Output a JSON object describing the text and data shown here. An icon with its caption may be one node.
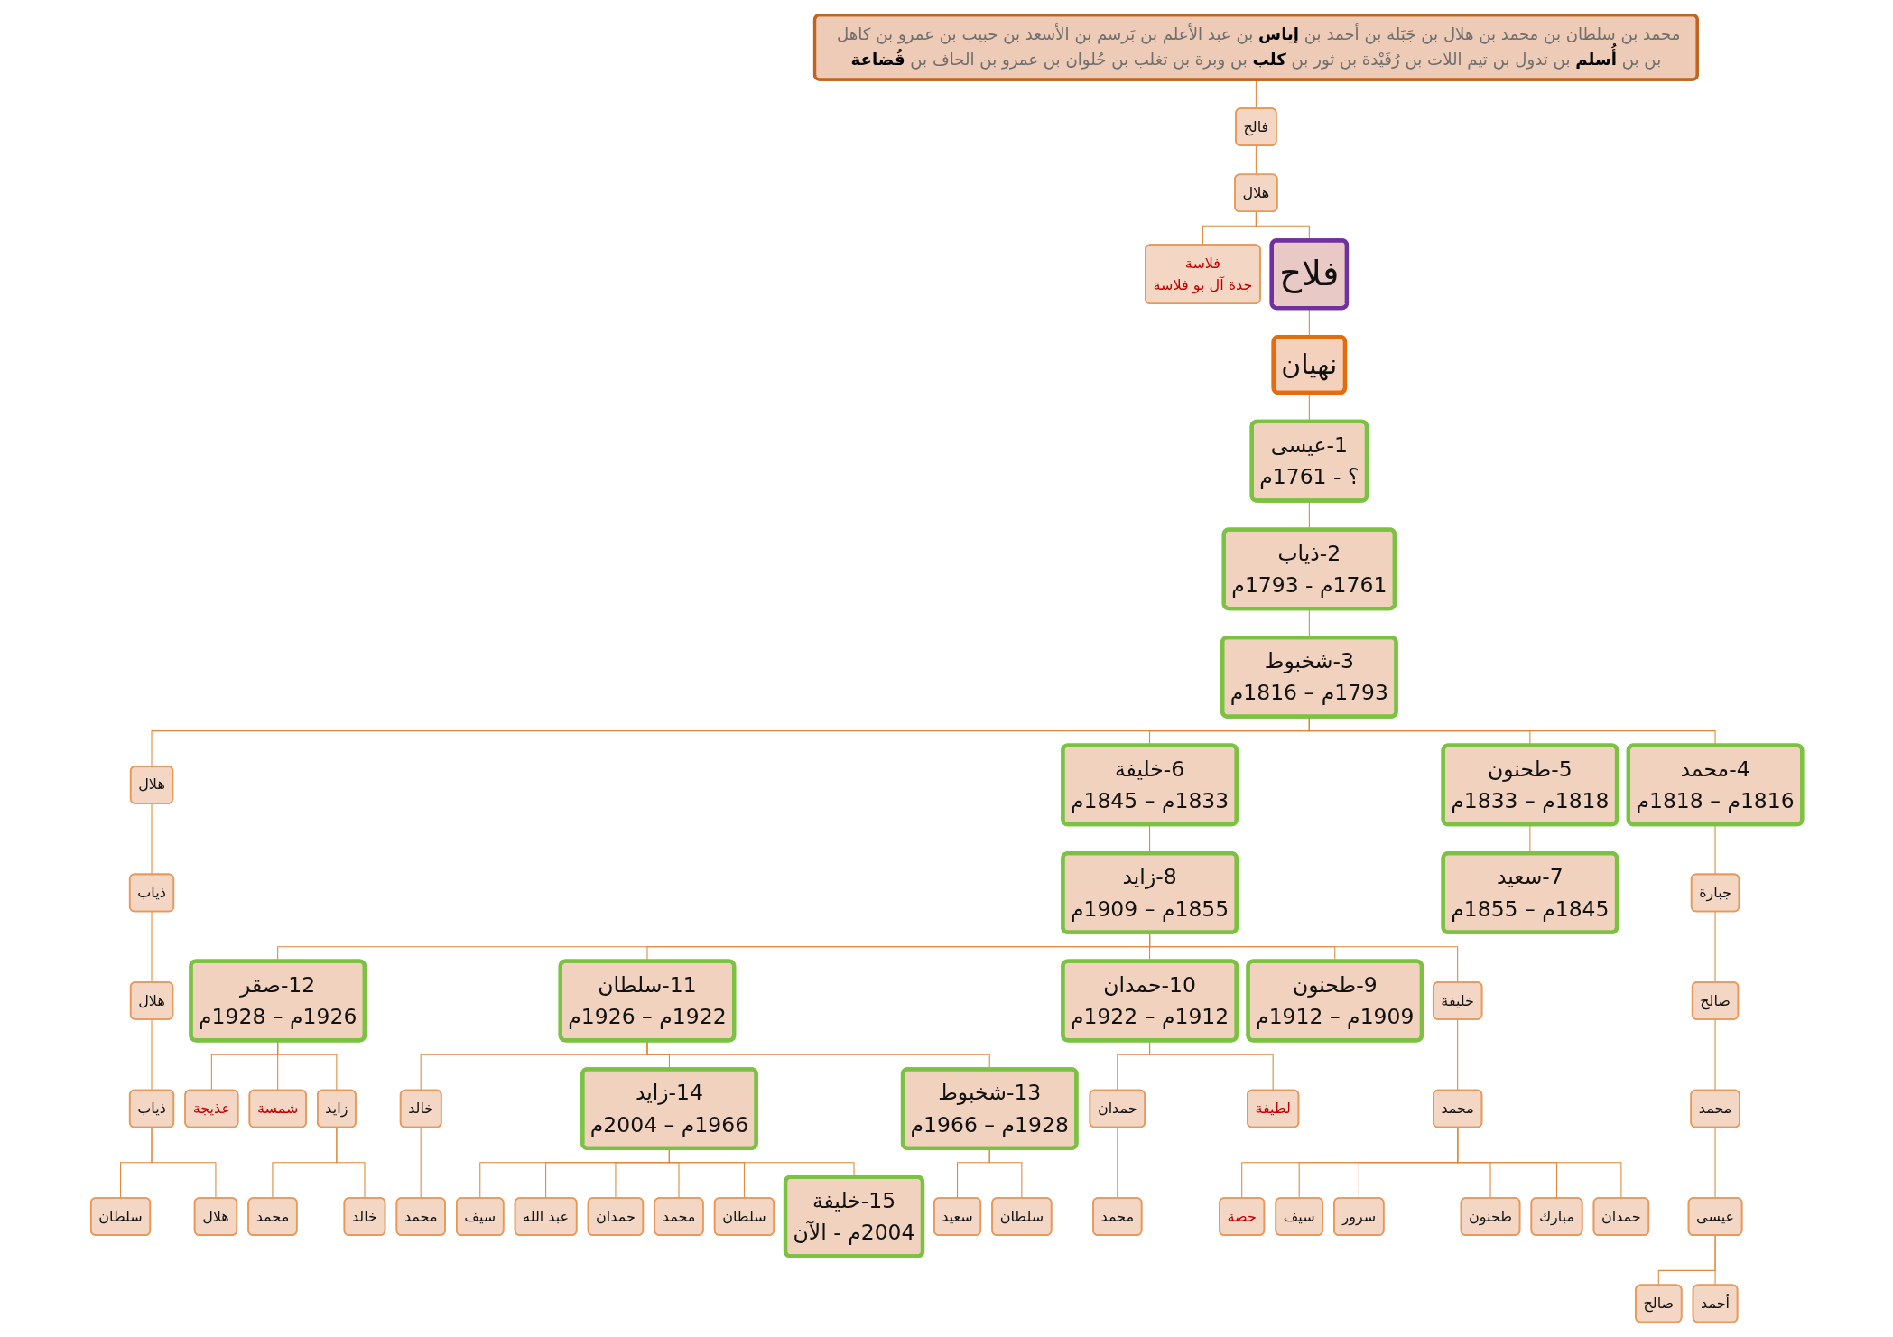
{
  "diagram": {
    "nodes": [
      {
        "text": [
          "محمد بن سلطان بن محمد بن هلال بن جَبَلة بن أحمد بن **إياس** بن عبد الأعلم بن بَرسم بن الأسعد بن حبيب بن عمرو بن كاهل بن بن **أُسلم** بن تدول بن تيم اللات بن رُفَيْدة بن ثور بن **كلب** بن وبرة بن تغلب بن حُلوان بن عمرو بن الحاف بن **قُضاعة**"
        ]
      },
      {
        "text": [
          "فالح"
        ]
      },
      {
        "text": [
          "هلال"
        ]
      },
      {
        "text": [
          "فلاح"
        ]
      },
      {
        "text": [
          "فلاسة",
          "جدة آل بو فلاسة"
        ]
      },
      {
        "text": [
          "نهيان"
        ]
      },
      {
        "text": [
          "1-عيسى",
          "؟ - 1761م"
        ]
      },
      {
        "text": [
          "2-ذياب",
          "1761م - 1793م"
        ]
      },
      {
        "text": [
          "3-شخبوط",
          "1793م – 1816م"
        ]
      },
      {
        "text": [
          "4-محمد",
          "1816م – 1818م"
        ]
      },
      {
        "text": [
          "5-طحنون",
          "1818م – 1833م"
        ]
      },
      {
        "text": [
          "6-خليفة",
          "1833م – 1845م"
        ]
      },
      {
        "text": [
          "هلال"
        ]
      },
      {
        "text": [
          "ذياب"
        ]
      },
      {
        "text": [
          "جبارة"
        ]
      },
      {
        "text": [
          "7-سعيد",
          "1845م – 1855م"
        ]
      },
      {
        "text": [
          "8-زايد",
          "1855م – 1909م"
        ]
      },
      {
        "text": [
          "هلال"
        ]
      },
      {
        "text": [
          "صالح"
        ]
      },
      {
        "text": [
          "ذياب"
        ]
      },
      {
        "text": [
          "محمد"
        ]
      },
      {
        "text": [
          "خليفة"
        ]
      },
      {
        "text": [
          "9-طحنون",
          "1909م – 1912م"
        ]
      },
      {
        "text": [
          "10-حمدان",
          "1912م – 1922م"
        ]
      },
      {
        "text": [
          "11-سلطان",
          "1922م – 1926م"
        ]
      },
      {
        "text": [
          "12-صقر",
          "1926م – 1928م"
        ]
      },
      {
        "text": [
          "هلال"
        ]
      },
      {
        "text": [
          "سلطان"
        ]
      },
      {
        "text": [
          "عيسى"
        ]
      },
      {
        "text": [
          "محمد"
        ]
      },
      {
        "text": [
          "أحمد"
        ]
      },
      {
        "text": [
          "صالح"
        ]
      },
      {
        "text": [
          "حمدان"
        ]
      },
      {
        "text": [
          "مبارك"
        ]
      },
      {
        "text": [
          "طحنون"
        ]
      },
      {
        "text": [
          "سرور"
        ]
      },
      {
        "text": [
          "سيف"
        ]
      },
      {
        "text": [
          "حصة"
        ]
      },
      {
        "text": [
          "لطيفة"
        ]
      },
      {
        "text": [
          "حمدان"
        ]
      },
      {
        "text": [
          "13-شخبوط",
          "1928م – 1966م"
        ]
      },
      {
        "text": [
          "14-زايد",
          "1966م – 2004م"
        ]
      },
      {
        "text": [
          "خالد"
        ]
      },
      {
        "text": [
          "زايد"
        ]
      },
      {
        "text": [
          "شمسة"
        ]
      },
      {
        "text": [
          "عذيجة"
        ]
      },
      {
        "text": [
          "محمد"
        ]
      },
      {
        "text": [
          "محمد"
        ]
      },
      {
        "text": [
          "خالد"
        ]
      },
      {
        "text": [
          "محمد"
        ]
      },
      {
        "text": [
          "سلطان"
        ]
      },
      {
        "text": [
          "سعيد"
        ]
      },
      {
        "text": [
          "15-خليفة",
          "2004م - الآن"
        ]
      },
      {
        "text": [
          "سلطان"
        ]
      },
      {
        "text": [
          "محمد"
        ]
      },
      {
        "text": [
          "حمدان"
        ]
      },
      {
        "text": [
          "عبد الله"
        ]
      },
      {
        "text": [
          "سيف"
        ]
      }
    ],
    "edges": [
      {
        "from": 0,
        "to": 1,
        "arrow": "none"
      },
      {
        "from": 1,
        "to": 2,
        "arrow": "none"
      },
      {
        "from": 2,
        "to": 4,
        "arrow": "none"
      },
      {
        "from": 2,
        "to": 3,
        "arrow": "none"
      },
      {
        "from": 3,
        "to": 5,
        "arrow": "none"
      },
      {
        "from": 5,
        "to": 6,
        "arrow": "none"
      },
      {
        "from": 6,
        "to": 7,
        "arrow": "none"
      },
      {
        "from": 7,
        "to": 8,
        "arrow": "none"
      },
      {
        "from": 8,
        "to": 12,
        "arrow": "none"
      },
      {
        "from": 8,
        "to": 11,
        "arrow": "none"
      },
      {
        "from": 8,
        "to": 10,
        "arrow": "none"
      },
      {
        "from": 8,
        "to": 9,
        "arrow": "none"
      },
      {
        "from": 12,
        "to": 13,
        "arrow": "none"
      },
      {
        "from": 13,
        "to": 17,
        "arrow": "none"
      },
      {
        "from": 17,
        "to": 19,
        "arrow": "none"
      },
      {
        "from": 19,
        "to": 27,
        "arrow": "none"
      },
      {
        "from": 19,
        "to": 26,
        "arrow": "none"
      },
      {
        "from": 11,
        "to": 16,
        "arrow": "none"
      },
      {
        "from": 16,
        "to": 25,
        "arrow": "none"
      },
      {
        "from": 16,
        "to": 24,
        "arrow": "none"
      },
      {
        "from": 16,
        "to": 23,
        "arrow": "none"
      },
      {
        "from": 16,
        "to": 22,
        "arrow": "none"
      },
      {
        "from": 16,
        "to": 21,
        "arrow": "none"
      },
      {
        "from": 25,
        "to": 45,
        "arrow": "none"
      },
      {
        "from": 25,
        "to": 44,
        "arrow": "none"
      },
      {
        "from": 25,
        "to": 43,
        "arrow": "none"
      },
      {
        "from": 43,
        "to": 49,
        "arrow": "none"
      },
      {
        "from": 43,
        "to": 48,
        "arrow": "none"
      },
      {
        "from": 24,
        "to": 42,
        "arrow": "none"
      },
      {
        "from": 24,
        "to": 41,
        "arrow": "none"
      },
      {
        "from": 24,
        "to": 40,
        "arrow": "none"
      },
      {
        "from": 42,
        "to": 47,
        "arrow": "none"
      },
      {
        "from": 41,
        "to": 57,
        "arrow": "none"
      },
      {
        "from": 41,
        "to": 56,
        "arrow": "none"
      },
      {
        "from": 41,
        "to": 55,
        "arrow": "none"
      },
      {
        "from": 41,
        "to": 54,
        "arrow": "none"
      },
      {
        "from": 41,
        "to": 53,
        "arrow": "none"
      },
      {
        "from": 41,
        "to": 52,
        "arrow": "none"
      },
      {
        "from": 40,
        "to": 51,
        "arrow": "none"
      },
      {
        "from": 40,
        "to": 50,
        "arrow": "none"
      },
      {
        "from": 23,
        "to": 39,
        "arrow": "none"
      },
      {
        "from": 23,
        "to": 38,
        "arrow": "none"
      },
      {
        "from": 39,
        "to": 46,
        "arrow": "none"
      },
      {
        "from": 21,
        "to": 29,
        "arrow": "none"
      },
      {
        "from": 29,
        "to": 37,
        "arrow": "none"
      },
      {
        "from": 29,
        "to": 36,
        "arrow": "none"
      },
      {
        "from": 29,
        "to": 35,
        "arrow": "none"
      },
      {
        "from": 29,
        "to": 34,
        "arrow": "none"
      },
      {
        "from": 29,
        "to": 33,
        "arrow": "none"
      },
      {
        "from": 29,
        "to": 32,
        "arrow": "none"
      },
      {
        "from": 10,
        "to": 15,
        "arrow": "none"
      },
      {
        "from": 9,
        "to": 14,
        "arrow": "none"
      },
      {
        "from": 14,
        "to": 18,
        "arrow": "none"
      },
      {
        "from": 18,
        "to": 20,
        "arrow": "none"
      },
      {
        "from": 20,
        "to": 28,
        "arrow": "none"
      },
      {
        "from": 28,
        "to": 31,
        "arrow": "none"
      },
      {
        "from": 28,
        "to": 30,
        "arrow": "none"
      }
    ]
  }
}
